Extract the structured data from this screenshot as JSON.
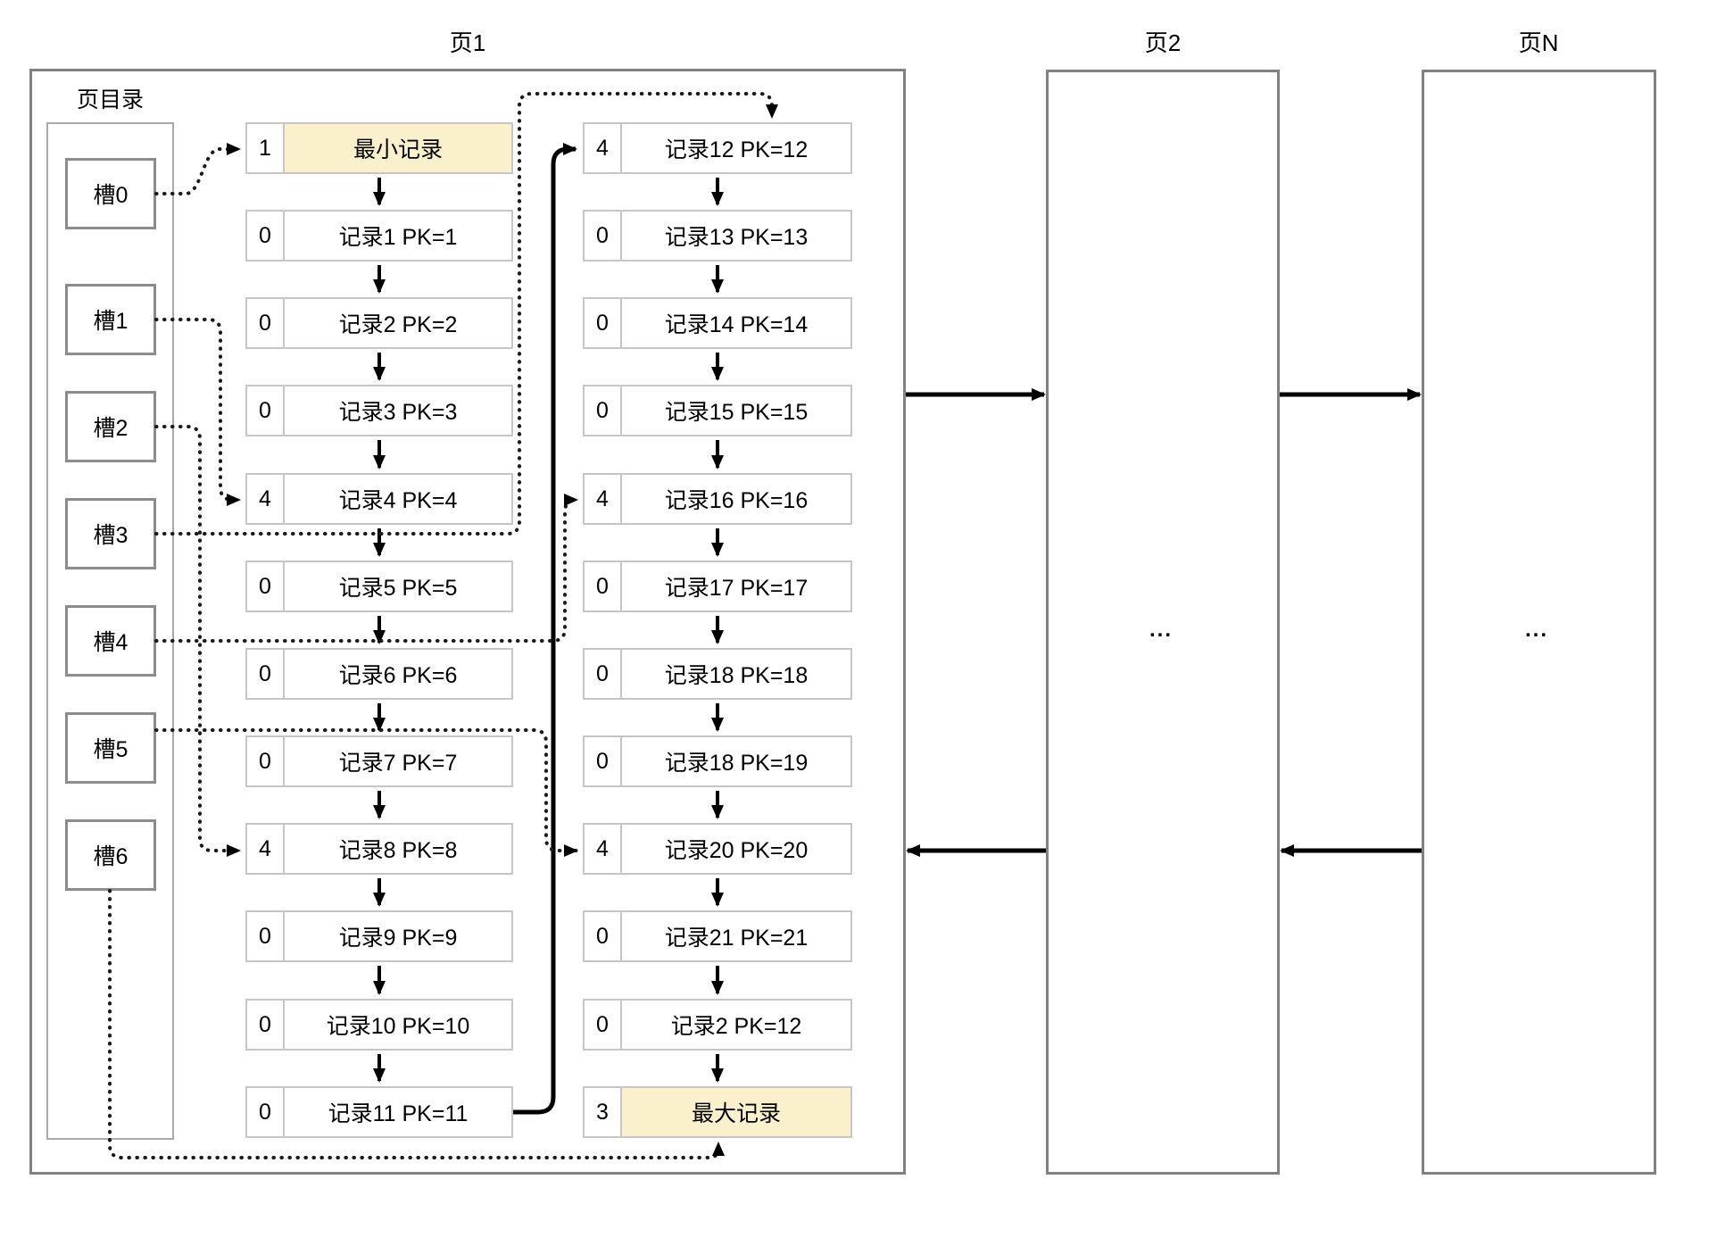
{
  "pages": {
    "page1": {
      "title": "页1"
    },
    "page2": {
      "title": "页2",
      "placeholder": "..."
    },
    "pageN": {
      "title": "页N",
      "placeholder": "..."
    }
  },
  "directory": {
    "label": "页目录",
    "slots": [
      {
        "label": "槽0"
      },
      {
        "label": "槽1"
      },
      {
        "label": "槽2"
      },
      {
        "label": "槽3"
      },
      {
        "label": "槽4"
      },
      {
        "label": "槽5"
      },
      {
        "label": "槽6"
      }
    ]
  },
  "records": {
    "left": [
      {
        "n": "1",
        "label": "最小记录",
        "highlight": true
      },
      {
        "n": "0",
        "label": "记录1 PK=1"
      },
      {
        "n": "0",
        "label": "记录2 PK=2"
      },
      {
        "n": "0",
        "label": "记录3 PK=3"
      },
      {
        "n": "4",
        "label": "记录4 PK=4"
      },
      {
        "n": "0",
        "label": "记录5 PK=5"
      },
      {
        "n": "0",
        "label": "记录6 PK=6"
      },
      {
        "n": "0",
        "label": "记录7 PK=7"
      },
      {
        "n": "4",
        "label": "记录8 PK=8"
      },
      {
        "n": "0",
        "label": "记录9 PK=9"
      },
      {
        "n": "0",
        "label": "记录10 PK=10"
      },
      {
        "n": "0",
        "label": "记录11 PK=11"
      }
    ],
    "right": [
      {
        "n": "4",
        "label": "记录12 PK=12"
      },
      {
        "n": "0",
        "label": "记录13 PK=13"
      },
      {
        "n": "0",
        "label": "记录14 PK=14"
      },
      {
        "n": "0",
        "label": "记录15 PK=15"
      },
      {
        "n": "4",
        "label": "记录16 PK=16"
      },
      {
        "n": "0",
        "label": "记录17 PK=17"
      },
      {
        "n": "0",
        "label": "记录18 PK=18"
      },
      {
        "n": "0",
        "label": "记录18 PK=19"
      },
      {
        "n": "4",
        "label": "记录20 PK=20"
      },
      {
        "n": "0",
        "label": "记录21 PK=21"
      },
      {
        "n": "0",
        "label": "记录2 PK=12"
      },
      {
        "n": "3",
        "label": "最大记录",
        "highlight": true
      }
    ]
  },
  "colors": {
    "highlight": "#faf0cc",
    "page_border": "#818181",
    "row_border": "#c6c6c6",
    "slot_border": "#8c8c8c",
    "arrow": "#000000",
    "dotted": "#1a1a1a"
  }
}
